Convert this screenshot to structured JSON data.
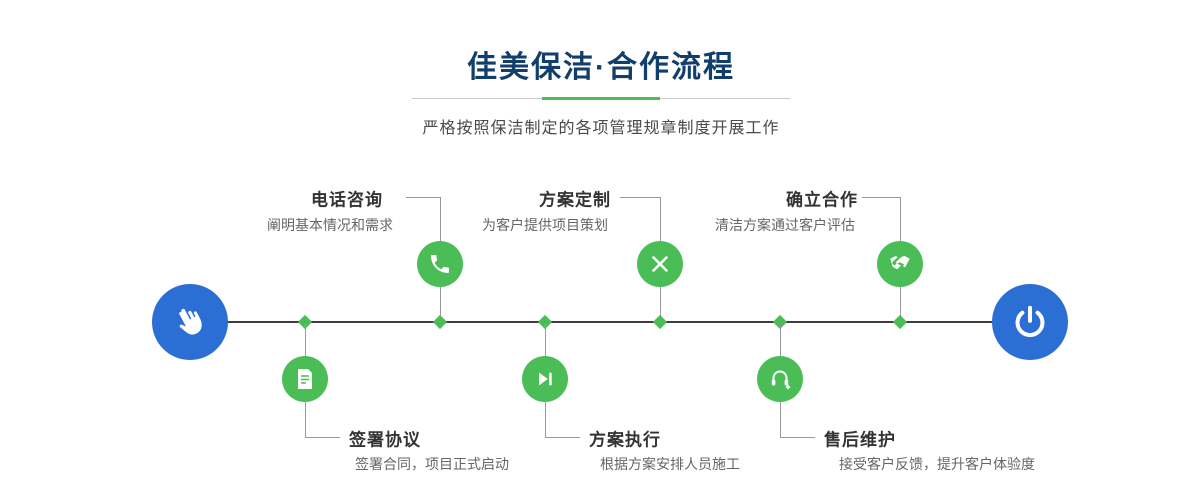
{
  "header": {
    "title": "佳美保洁·合作流程",
    "subtitle": "严格按照保洁制定的各项管理规章制度开展工作"
  },
  "steps": {
    "top": [
      {
        "title": "电话咨询",
        "desc": "阐明基本情况和需求",
        "icon": "phone-icon"
      },
      {
        "title": "方案定制",
        "desc": "为客户提供项目策划",
        "icon": "design-tools-icon"
      },
      {
        "title": "确立合作",
        "desc": "清洁方案通过客户评估",
        "icon": "handshake-icon"
      }
    ],
    "bottom": [
      {
        "title": "签署协议",
        "desc": "签署合同，项目正式启动",
        "icon": "contract-icon"
      },
      {
        "title": "方案执行",
        "desc": "根据方案安排人员施工",
        "icon": "play-icon"
      },
      {
        "title": "售后维护",
        "desc": "接受客户反馈，提升客户体验度",
        "icon": "headset-icon"
      }
    ]
  },
  "endpoints": {
    "start_icon": "pointing-hand-icon",
    "end_icon": "power-icon"
  },
  "colors": {
    "title_blue": "#123e6c",
    "accent_green": "#4bbd57",
    "node_blue": "#2b6fd4",
    "line_dark": "#3d3d3d",
    "connector_gray": "#9a9a9a"
  }
}
